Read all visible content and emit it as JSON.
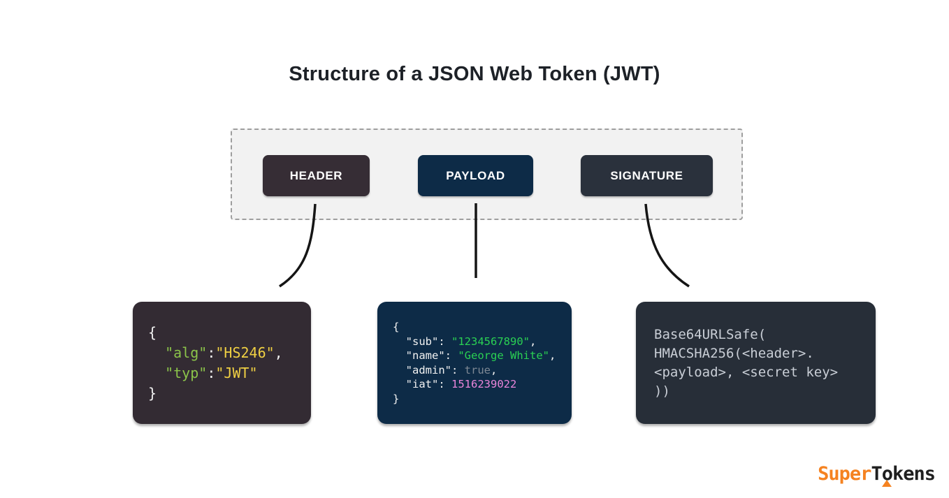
{
  "page": {
    "title": "Structure of a JSON Web Token (JWT)",
    "background": "#ffffff",
    "title_color": "#1d2127"
  },
  "token_strip": {
    "container_fill": "#f2f2f2",
    "container_border": "#9e9e9e",
    "label_color": "#ffffff",
    "segments": [
      {
        "id": "header",
        "label": "HEADER",
        "color": "#362d35"
      },
      {
        "id": "payload",
        "label": "PAYLOAD",
        "color": "#0d2b47"
      },
      {
        "id": "signature",
        "label": "SIGNATURE",
        "color": "#2a313c"
      }
    ]
  },
  "arrows": {
    "color": "#151515"
  },
  "code_blocks": [
    {
      "id": "header-json",
      "background": "#332b33",
      "palette": {
        "punct": "#f2f2f2",
        "key": "#8bc34a",
        "value": "#f0d043"
      },
      "lines": [
        [
          {
            "t": "{",
            "c": "punct"
          }
        ],
        [
          {
            "t": "  ",
            "c": "punct"
          },
          {
            "t": "\"alg\"",
            "c": "key"
          },
          {
            "t": ":",
            "c": "punct"
          },
          {
            "t": "\"HS246\"",
            "c": "value"
          },
          {
            "t": ",",
            "c": "punct"
          }
        ],
        [
          {
            "t": "  ",
            "c": "punct"
          },
          {
            "t": "\"typ\"",
            "c": "key"
          },
          {
            "t": ":",
            "c": "punct"
          },
          {
            "t": "\"JWT\"",
            "c": "value"
          }
        ],
        [
          {
            "t": "}",
            "c": "punct"
          }
        ]
      ]
    },
    {
      "id": "payload-json",
      "background": "#0d2b47",
      "palette": {
        "punct": "#f2f2f2",
        "key": "#f2f2f2",
        "string": "#2ad153",
        "bool": "#7e8894",
        "number": "#e985da"
      },
      "lines": [
        [
          {
            "t": "{",
            "c": "punct"
          }
        ],
        [
          {
            "t": "  ",
            "c": "punct"
          },
          {
            "t": "\"sub\"",
            "c": "key"
          },
          {
            "t": ": ",
            "c": "punct"
          },
          {
            "t": "\"1234567890\"",
            "c": "string"
          },
          {
            "t": ",",
            "c": "punct"
          }
        ],
        [
          {
            "t": "  ",
            "c": "punct"
          },
          {
            "t": "\"name\"",
            "c": "key"
          },
          {
            "t": ": ",
            "c": "punct"
          },
          {
            "t": "\"George White\"",
            "c": "string"
          },
          {
            "t": ",",
            "c": "punct"
          }
        ],
        [
          {
            "t": "  ",
            "c": "punct"
          },
          {
            "t": "\"admin\"",
            "c": "key"
          },
          {
            "t": ": ",
            "c": "punct"
          },
          {
            "t": "true",
            "c": "bool"
          },
          {
            "t": ",",
            "c": "punct"
          }
        ],
        [
          {
            "t": "  ",
            "c": "punct"
          },
          {
            "t": "\"iat\"",
            "c": "key"
          },
          {
            "t": ": ",
            "c": "punct"
          },
          {
            "t": "1516239022",
            "c": "number"
          }
        ],
        [
          {
            "t": "}",
            "c": "punct"
          }
        ]
      ]
    },
    {
      "id": "signature-code",
      "background": "#272e38",
      "palette": {
        "plain": "#c9ced6"
      },
      "lines": [
        [
          {
            "t": "Base64URLSafe(",
            "c": "plain"
          }
        ],
        [
          {
            "t": "HMACSHA256(<header>.",
            "c": "plain"
          }
        ],
        [
          {
            "t": "<payload>, <secret key>",
            "c": "plain"
          }
        ],
        [
          {
            "t": "))",
            "c": "plain"
          }
        ]
      ]
    }
  ],
  "logo": {
    "prefix": "Super",
    "t": "T",
    "o": "o",
    "rest": "kens",
    "prefix_color": "#f58220",
    "suffix_color": "#1f1f1f",
    "mark_color": "#f58220"
  }
}
